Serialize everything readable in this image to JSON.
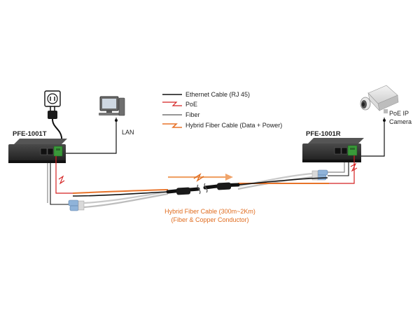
{
  "devices": {
    "transmitter": {
      "name": "PFE-1001T"
    },
    "receiver": {
      "name": "PFE-1001R"
    },
    "lan": {
      "label": "LAN"
    },
    "camera": {
      "label_line1": "PoE IP",
      "label_line2": "Camera"
    }
  },
  "legend": [
    {
      "id": "ethernet",
      "label": "Ethernet Cable (RJ 45)"
    },
    {
      "id": "poe",
      "label": "PoE"
    },
    {
      "id": "fiber",
      "label": "Fiber"
    },
    {
      "id": "hybrid",
      "label": "Hybrid Fiber Cable (Data + Power)"
    }
  ],
  "cable_caption": {
    "line1": "Hybrid Fiber Cable (300m~2Km)",
    "line2": "(Fiber & Copper Conductor)"
  },
  "colors": {
    "ethernet": "#111111",
    "poe": "#d42020",
    "fiber": "#888888",
    "hybrid": "#e8732a",
    "device": "#2b2b2b",
    "terminal": "#3a9a3a",
    "connector": "#8fb3d9"
  }
}
